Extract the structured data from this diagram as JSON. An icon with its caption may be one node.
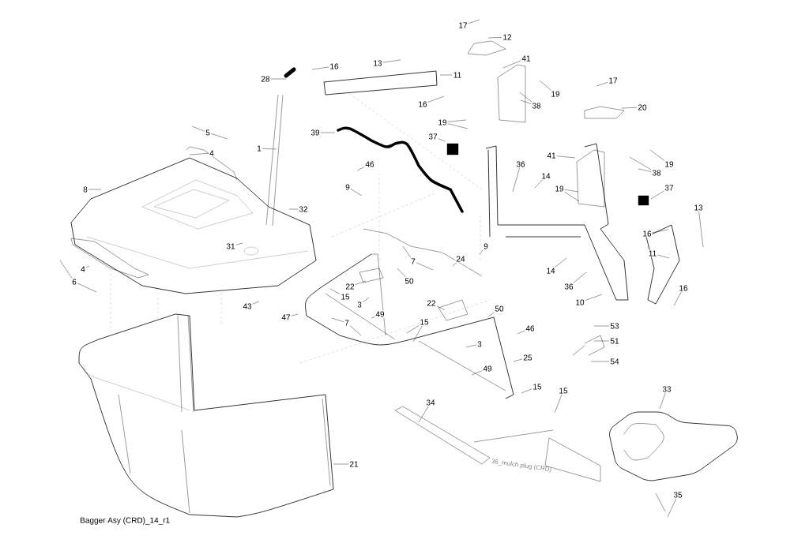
{
  "diagram": {
    "caption": "Bagger Asy (CRD)_14_r1",
    "nodes": [
      {
        "text": [
          "17"
        ]
      },
      {
        "text": [
          "12"
        ]
      },
      {
        "text": [
          "13"
        ]
      },
      {
        "text": [
          "41"
        ]
      },
      {
        "text": [
          "16"
        ]
      },
      {
        "text": [
          "11"
        ]
      },
      {
        "text": [
          "28"
        ]
      },
      {
        "text": [
          "17"
        ]
      },
      {
        "text": [
          "19"
        ]
      },
      {
        "text": [
          "16"
        ]
      },
      {
        "text": [
          "38"
        ]
      },
      {
        "text": [
          "20"
        ]
      },
      {
        "text": [
          "19"
        ]
      },
      {
        "text": [
          "5"
        ]
      },
      {
        "text": [
          "39"
        ]
      },
      {
        "text": [
          "37"
        ]
      },
      {
        "text": [
          "1"
        ]
      },
      {
        "text": [
          "4"
        ]
      },
      {
        "text": [
          "41"
        ]
      },
      {
        "text": [
          "46"
        ]
      },
      {
        "text": [
          "36"
        ]
      },
      {
        "text": [
          "19"
        ]
      },
      {
        "text": [
          "38"
        ]
      },
      {
        "text": [
          "14"
        ]
      },
      {
        "text": [
          "37"
        ]
      },
      {
        "text": [
          "9"
        ]
      },
      {
        "text": [
          "19"
        ]
      },
      {
        "text": [
          "8"
        ]
      },
      {
        "text": [
          "13"
        ]
      },
      {
        "text": [
          "32"
        ]
      },
      {
        "text": [
          "16"
        ]
      },
      {
        "text": [
          "31"
        ]
      },
      {
        "text": [
          "9"
        ]
      },
      {
        "text": [
          "11"
        ]
      },
      {
        "text": [
          "7"
        ]
      },
      {
        "text": [
          "24"
        ]
      },
      {
        "text": [
          "4"
        ]
      },
      {
        "text": [
          "14"
        ]
      },
      {
        "text": [
          "50"
        ]
      },
      {
        "text": [
          "6"
        ]
      },
      {
        "text": [
          "22"
        ]
      },
      {
        "text": [
          "36"
        ]
      },
      {
        "text": [
          "16"
        ]
      },
      {
        "text": [
          "15"
        ]
      },
      {
        "text": [
          "10"
        ]
      },
      {
        "text": [
          "3"
        ]
      },
      {
        "text": [
          "22"
        ]
      },
      {
        "text": [
          "43"
        ]
      },
      {
        "text": [
          "50"
        ]
      },
      {
        "text": [
          "49"
        ]
      },
      {
        "text": [
          "47"
        ]
      },
      {
        "text": [
          "7"
        ]
      },
      {
        "text": [
          "15"
        ]
      },
      {
        "text": [
          "53"
        ]
      },
      {
        "text": [
          "46"
        ]
      },
      {
        "text": [
          "51"
        ]
      },
      {
        "text": [
          "3"
        ]
      },
      {
        "text": [
          "25"
        ]
      },
      {
        "text": [
          "54"
        ]
      },
      {
        "text": [
          "49"
        ]
      },
      {
        "text": [
          "15"
        ]
      },
      {
        "text": [
          "33"
        ]
      },
      {
        "text": [
          "15"
        ]
      },
      {
        "text": [
          "34"
        ]
      },
      {
        "text": [
          "21"
        ]
      },
      {
        "text": [
          "35"
        ]
      }
    ],
    "edges": [
      {
        "from": 0,
        "to": null,
        "arrow": "none"
      },
      {
        "from": 1,
        "to": null,
        "arrow": "none"
      },
      {
        "from": 2,
        "to": null,
        "arrow": "none"
      },
      {
        "from": 3,
        "to": null,
        "arrow": "none"
      },
      {
        "from": 4,
        "to": null,
        "arrow": "none"
      },
      {
        "from": 5,
        "to": null,
        "arrow": "none"
      },
      {
        "from": 6,
        "to": null,
        "arrow": "none"
      },
      {
        "from": 7,
        "to": null,
        "arrow": "none"
      },
      {
        "from": 8,
        "to": null,
        "arrow": "none"
      },
      {
        "from": 9,
        "to": null,
        "arrow": "none"
      },
      {
        "from": 10,
        "to": null,
        "arrow": "none"
      },
      {
        "from": 10,
        "to": null,
        "arrow": "none"
      },
      {
        "from": 11,
        "to": null,
        "arrow": "none"
      },
      {
        "from": 12,
        "to": null,
        "arrow": "none"
      },
      {
        "from": 12,
        "to": null,
        "arrow": "none"
      },
      {
        "from": 13,
        "to": null,
        "arrow": "none"
      },
      {
        "from": 13,
        "to": null,
        "arrow": "none"
      },
      {
        "from": 14,
        "to": null,
        "arrow": "none"
      },
      {
        "from": 15,
        "to": null,
        "arrow": "none"
      },
      {
        "from": 16,
        "to": null,
        "arrow": "none"
      },
      {
        "from": 17,
        "to": null,
        "arrow": "none"
      },
      {
        "from": 18,
        "to": null,
        "arrow": "none"
      },
      {
        "from": 19,
        "to": null,
        "arrow": "none"
      },
      {
        "from": 20,
        "to": null,
        "arrow": "none"
      },
      {
        "from": 21,
        "to": null,
        "arrow": "none"
      },
      {
        "from": 22,
        "to": null,
        "arrow": "none"
      },
      {
        "from": 22,
        "to": null,
        "arrow": "none"
      },
      {
        "from": 23,
        "to": null,
        "arrow": "none"
      },
      {
        "from": 24,
        "to": null,
        "arrow": "none"
      },
      {
        "from": 25,
        "to": null,
        "arrow": "none"
      },
      {
        "from": 26,
        "to": null,
        "arrow": "none"
      },
      {
        "from": 26,
        "to": null,
        "arrow": "none"
      },
      {
        "from": 27,
        "to": null,
        "arrow": "none"
      },
      {
        "from": 28,
        "to": null,
        "arrow": "none"
      },
      {
        "from": 29,
        "to": null,
        "arrow": "none"
      },
      {
        "from": 30,
        "to": null,
        "arrow": "none"
      },
      {
        "from": 31,
        "to": null,
        "arrow": "none"
      },
      {
        "from": 32,
        "to": null,
        "arrow": "none"
      },
      {
        "from": 33,
        "to": null,
        "arrow": "none"
      },
      {
        "from": 34,
        "to": null,
        "arrow": "none"
      },
      {
        "from": 34,
        "to": null,
        "arrow": "none"
      },
      {
        "from": 35,
        "to": null,
        "arrow": "none"
      },
      {
        "from": 36,
        "to": null,
        "arrow": "none"
      },
      {
        "from": 37,
        "to": null,
        "arrow": "none"
      },
      {
        "from": 38,
        "to": null,
        "arrow": "none"
      },
      {
        "from": 39,
        "to": null,
        "arrow": "none"
      },
      {
        "from": 39,
        "to": null,
        "arrow": "none"
      },
      {
        "from": 40,
        "to": null,
        "arrow": "none"
      },
      {
        "from": 41,
        "to": null,
        "arrow": "none"
      },
      {
        "from": 42,
        "to": null,
        "arrow": "none"
      },
      {
        "from": 43,
        "to": null,
        "arrow": "none"
      },
      {
        "from": 44,
        "to": null,
        "arrow": "none"
      },
      {
        "from": 45,
        "to": null,
        "arrow": "none"
      },
      {
        "from": 46,
        "to": null,
        "arrow": "none"
      },
      {
        "from": 47,
        "to": null,
        "arrow": "none"
      },
      {
        "from": 48,
        "to": null,
        "arrow": "none"
      },
      {
        "from": 49,
        "to": null,
        "arrow": "none"
      },
      {
        "from": 50,
        "to": null,
        "arrow": "none"
      },
      {
        "from": 51,
        "to": null,
        "arrow": "none"
      },
      {
        "from": 51,
        "to": null,
        "arrow": "none"
      },
      {
        "from": 52,
        "to": null,
        "arrow": "none"
      },
      {
        "from": 52,
        "to": null,
        "arrow": "none"
      },
      {
        "from": 53,
        "to": null,
        "arrow": "none"
      },
      {
        "from": 54,
        "to": null,
        "arrow": "none"
      },
      {
        "from": 55,
        "to": null,
        "arrow": "none"
      },
      {
        "from": 56,
        "to": null,
        "arrow": "none"
      },
      {
        "from": 57,
        "to": null,
        "arrow": "none"
      },
      {
        "from": 58,
        "to": null,
        "arrow": "none"
      },
      {
        "from": 59,
        "to": null,
        "arrow": "none"
      },
      {
        "from": 60,
        "to": null,
        "arrow": "none"
      },
      {
        "from": 61,
        "to": null,
        "arrow": "none"
      },
      {
        "from": 62,
        "to": null,
        "arrow": "none"
      },
      {
        "from": 63,
        "to": null,
        "arrow": "none"
      },
      {
        "from": 64,
        "to": null,
        "arrow": "none"
      },
      {
        "from": 65,
        "to": null,
        "arrow": "none"
      }
    ],
    "labels": [
      "36_mulch plug (CRD)"
    ]
  }
}
